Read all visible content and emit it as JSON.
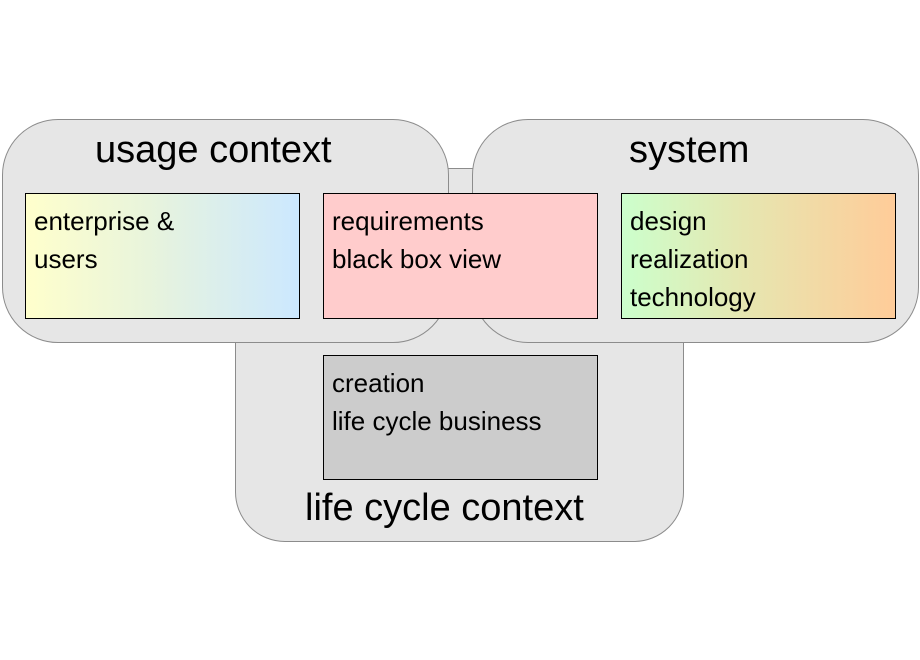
{
  "regions": {
    "usage": {
      "title": "usage context"
    },
    "system": {
      "title": "system"
    },
    "lifecycle": {
      "title": "life cycle context"
    }
  },
  "boxes": {
    "enterprise": {
      "lines": [
        "enterprise &",
        "users"
      ],
      "colors": [
        "#ffffcc",
        "#cce8ff"
      ]
    },
    "requirements": {
      "lines": [
        "requirements",
        "black box view"
      ],
      "color": "#ffcccc"
    },
    "design": {
      "lines": [
        "design",
        "realization",
        "technology"
      ],
      "colors": [
        "#ccffcc",
        "#ffcc99"
      ]
    },
    "creation": {
      "lines": [
        "creation",
        "life cycle business"
      ],
      "color": "#cccccc"
    }
  },
  "colors": {
    "region_fill": "#e6e6e6",
    "region_border": "#8c8c8c"
  }
}
